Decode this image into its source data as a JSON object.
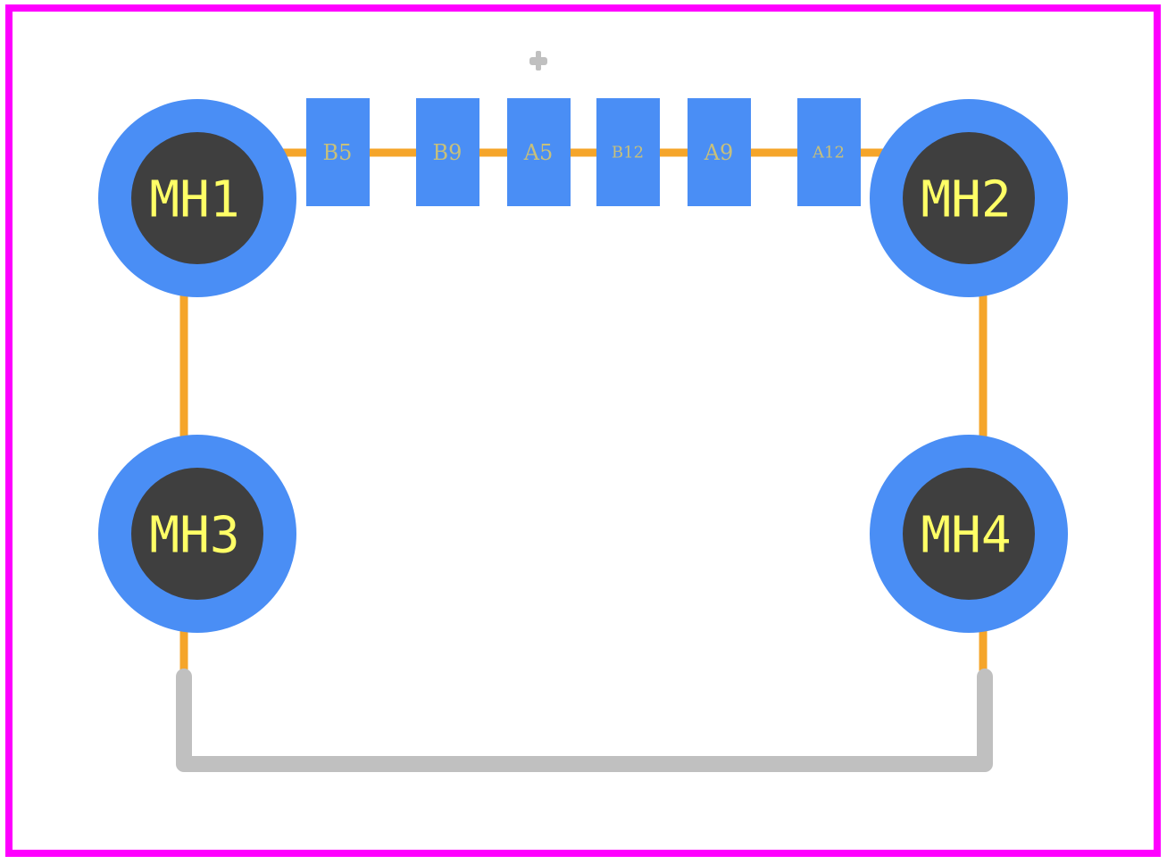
{
  "colors": {
    "board_outline": "#ff00ff",
    "pad": "#4a8ef5",
    "hole": "#3f3f3f",
    "trace": "#f5a52a",
    "silkscreen": "#c0c0c0",
    "hole_label": "#ffff66",
    "pad_label": "#c8c07a"
  },
  "smd_pads": [
    {
      "id": "B5",
      "label": "B5"
    },
    {
      "id": "B9",
      "label": "B9"
    },
    {
      "id": "A5",
      "label": "A5"
    },
    {
      "id": "B12",
      "label": "B12"
    },
    {
      "id": "A9",
      "label": "A9"
    },
    {
      "id": "A12",
      "label": "A12"
    }
  ],
  "mounting_holes": [
    {
      "id": "MH1",
      "label": "MH1"
    },
    {
      "id": "MH2",
      "label": "MH2"
    },
    {
      "id": "MH3",
      "label": "MH3"
    },
    {
      "id": "MH4",
      "label": "MH4"
    }
  ],
  "origin_marker_icon": "crosshair-origin-icon"
}
